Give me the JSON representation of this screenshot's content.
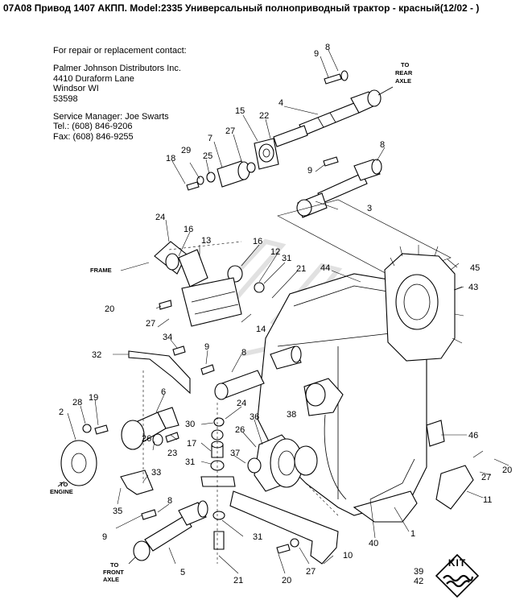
{
  "title": "07A08 Привод 1407 АКПП. Model:2335 Универсальный полноприводный трактор - красный(12/02 - )",
  "contact": {
    "heading": "For repair or replacement contact:",
    "company": "Palmer Johnson Distributors Inc.",
    "street": "4410 Duraform Lane",
    "city": "Windsor WI",
    "zip": "53598",
    "manager": "Service Manager: Joe Swarts",
    "tel": "Tel.: (608) 846-9206",
    "fax": "Fax: (608) 846-9255"
  },
  "directions": {
    "rear_1": "TO",
    "rear_2": "REAR",
    "rear_3": "AXLE",
    "frame": "FRAME",
    "engine_1": "TO",
    "engine_2": "ENGINE",
    "front_1": "TO",
    "front_2": "FRONT",
    "front_3": "AXLE"
  },
  "kit": {
    "label": "KIT",
    "numbers": [
      "39",
      "42"
    ]
  },
  "callouts": [
    {
      "label": "8"
    },
    {
      "label": "9"
    },
    {
      "label": "4"
    },
    {
      "label": "15"
    },
    {
      "label": "22"
    },
    {
      "label": "27"
    },
    {
      "label": "7"
    },
    {
      "label": "25"
    },
    {
      "label": "29"
    },
    {
      "label": "18"
    },
    {
      "label": "8"
    },
    {
      "label": "9"
    },
    {
      "label": "3"
    },
    {
      "label": "24"
    },
    {
      "label": "16"
    },
    {
      "label": "13"
    },
    {
      "label": "16"
    },
    {
      "label": "12"
    },
    {
      "label": "31"
    },
    {
      "label": "21"
    },
    {
      "label": "44"
    },
    {
      "label": "45"
    },
    {
      "label": "43"
    },
    {
      "label": "20"
    },
    {
      "label": "27"
    },
    {
      "label": "14"
    },
    {
      "label": "34"
    },
    {
      "label": "32"
    },
    {
      "label": "9"
    },
    {
      "label": "8"
    },
    {
      "label": "28"
    },
    {
      "label": "19"
    },
    {
      "label": "2"
    },
    {
      "label": "6"
    },
    {
      "label": "24"
    },
    {
      "label": "30"
    },
    {
      "label": "26"
    },
    {
      "label": "36"
    },
    {
      "label": "38"
    },
    {
      "label": "26"
    },
    {
      "label": "23"
    },
    {
      "label": "17"
    },
    {
      "label": "37"
    },
    {
      "label": "31"
    },
    {
      "label": "33"
    },
    {
      "label": "35"
    },
    {
      "label": "8"
    },
    {
      "label": "9"
    },
    {
      "label": "31"
    },
    {
      "label": "5"
    },
    {
      "label": "21"
    },
    {
      "label": "20"
    },
    {
      "label": "27"
    },
    {
      "label": "10"
    },
    {
      "label": "40"
    },
    {
      "label": "1"
    },
    {
      "label": "46"
    },
    {
      "label": "27"
    },
    {
      "label": "20"
    },
    {
      "label": "11"
    }
  ]
}
